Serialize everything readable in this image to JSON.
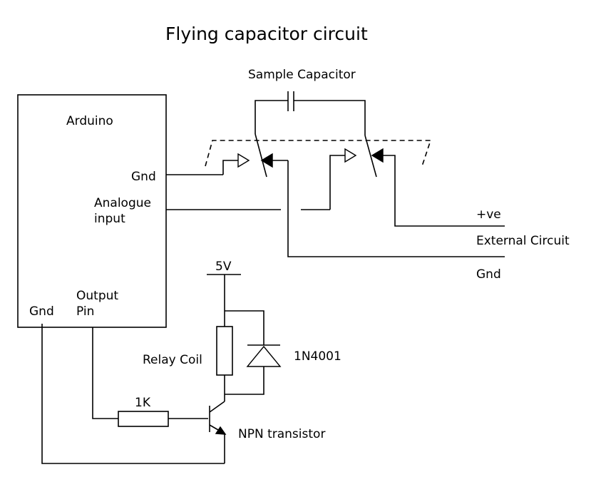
{
  "title": "Flying capacitor circuit",
  "arduino": {
    "name": "Arduino",
    "gnd_pin": "Gnd",
    "analogue_input_line1": "Analogue",
    "analogue_input_line2": "input",
    "output_pin_line1": "Output",
    "output_pin_line2": "Pin",
    "gnd_bottom": "Gnd"
  },
  "components": {
    "sample_capacitor": "Sample Capacitor",
    "supply": "5V",
    "relay_coil": "Relay Coil",
    "diode": "1N4001",
    "resistor": "1K",
    "transistor": "NPN transistor"
  },
  "external": {
    "positive": "+ve",
    "circuit": "External Circuit",
    "ground": "Gnd"
  }
}
